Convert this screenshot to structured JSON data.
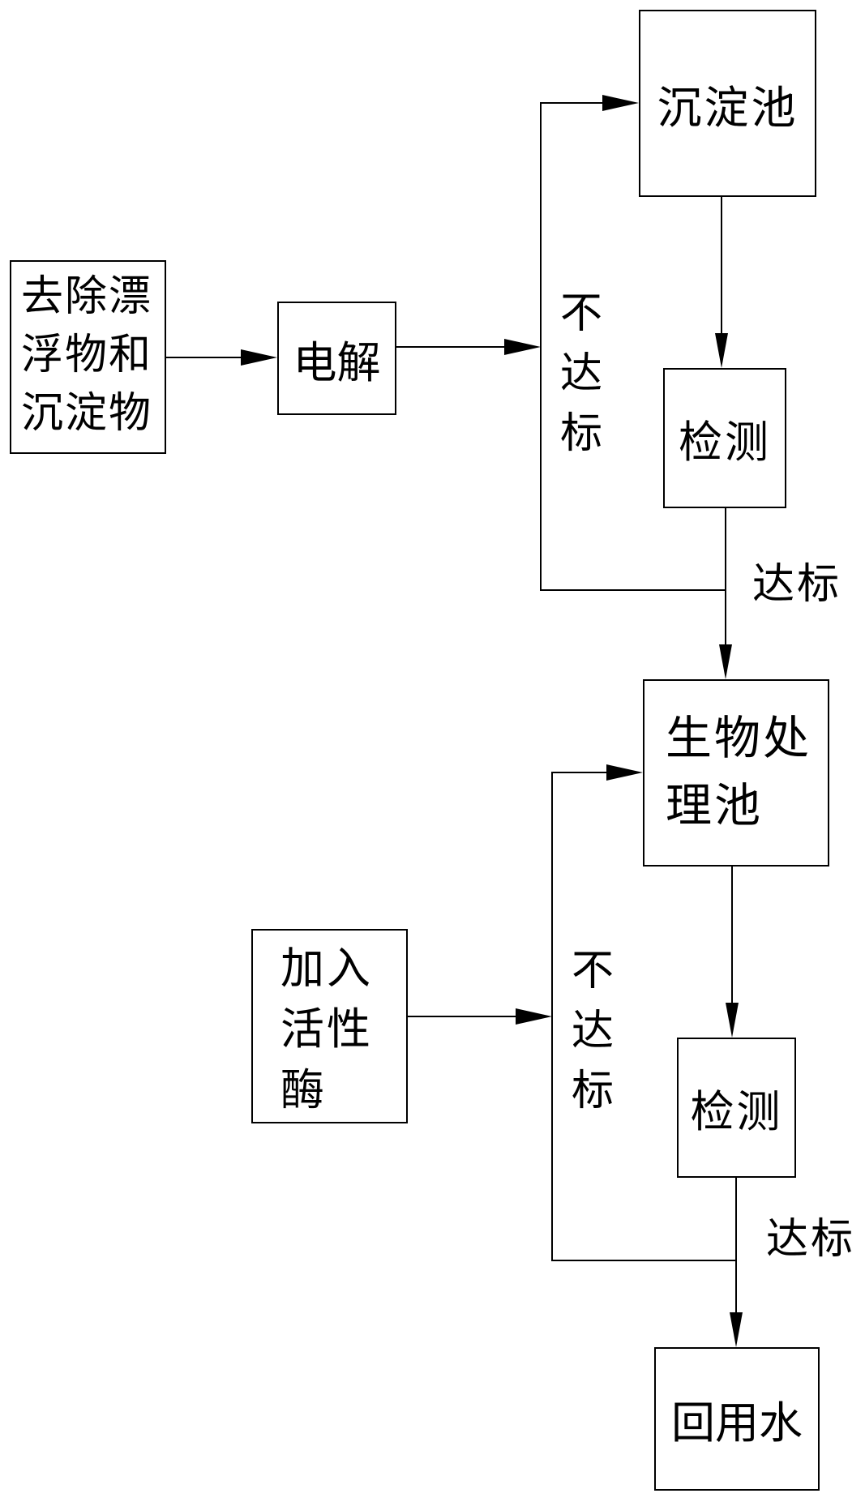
{
  "flowchart": {
    "boxes": {
      "remove": "去除漂浮物和沉淀物",
      "electrolysis": "电解",
      "sedimentation": "沉淀池",
      "detection_top": "检测",
      "bio_treatment": "生物处理池",
      "add_enzyme": "加入活性酶",
      "detection_bottom": "检测",
      "reuse_water": "回用水"
    },
    "edge_labels": {
      "fail_top": "不达标",
      "pass_top": "达标",
      "fail_bottom": "不达标",
      "pass_bottom": "达标"
    },
    "colors": {
      "line": "#000000",
      "text": "#000000",
      "background": "#ffffff"
    }
  }
}
